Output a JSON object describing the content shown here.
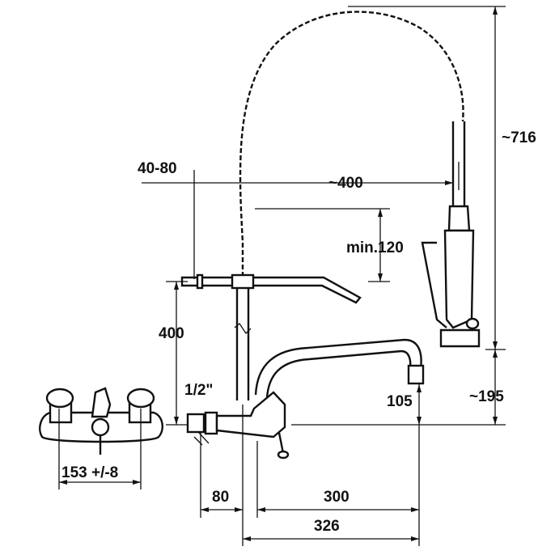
{
  "drawing": {
    "dimensions": {
      "height_total": "~716",
      "height_lower": "~195",
      "reach_hose": "~400",
      "clamp_offset": "40-80",
      "min_clearance": "min.120",
      "arm_height": "400",
      "thread": "1/2\"",
      "spout_height": "105",
      "centers": "153 +/-8",
      "wall_offset": "80",
      "spout_reach": "300",
      "total_reach": "326"
    },
    "colors": {
      "line": "#111111",
      "background": "#ffffff"
    }
  }
}
